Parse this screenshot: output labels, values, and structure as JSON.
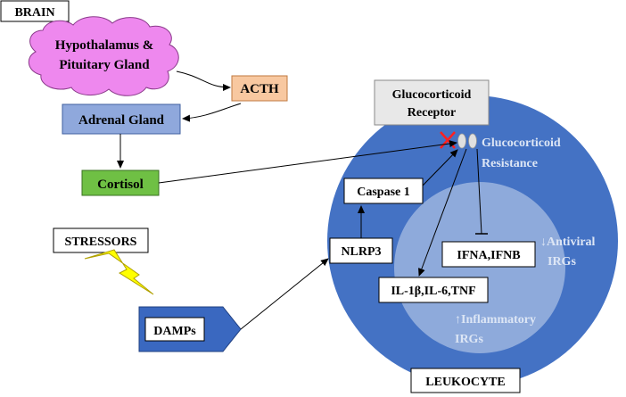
{
  "nodes": {
    "brain": "BRAIN",
    "hypothalamus_line1": "Hypothalamus &",
    "hypothalamus_line2": "Pituitary Gland",
    "acth": "ACTH",
    "adrenal": "Adrenal Gland",
    "cortisol": "Cortisol",
    "stressors": "STRESSORS",
    "damps": "DAMPs",
    "receptor_line1": "Glucocorticoid",
    "receptor_line2": "Receptor",
    "resistance_line1": "Glucocorticoid",
    "resistance_line2": "Resistance",
    "caspase": "Caspase 1",
    "nlrp3": "NLRP3",
    "ifn": "IFNA,IFNB",
    "antiviral_line1": "↓Antiviral",
    "antiviral_line2": "IRGs",
    "cytokines": "IL-1β,IL-6,TNF",
    "inflammatory_line1": "↑Inflammatory",
    "inflammatory_line2": "IRGs",
    "leukocyte": "LEUKOCYTE"
  },
  "colors": {
    "cloud": "#ee88ee",
    "acth": "#f8c8a0",
    "adrenal": "#8fa8dc",
    "cortisol": "#6fc044",
    "damps": "#3a68c0",
    "cell_outer": "#4472c4",
    "cell_inner": "#8eaadb",
    "receptor_box": "#e8e8e8",
    "lightning": "#ffff00",
    "block_mark": "#ff2020",
    "light_text": "#dde6f5"
  },
  "icons": {
    "lightning": "lightning-bolt-icon",
    "block": "x-mark-icon",
    "receptor": "receptor-ovals-icon"
  }
}
